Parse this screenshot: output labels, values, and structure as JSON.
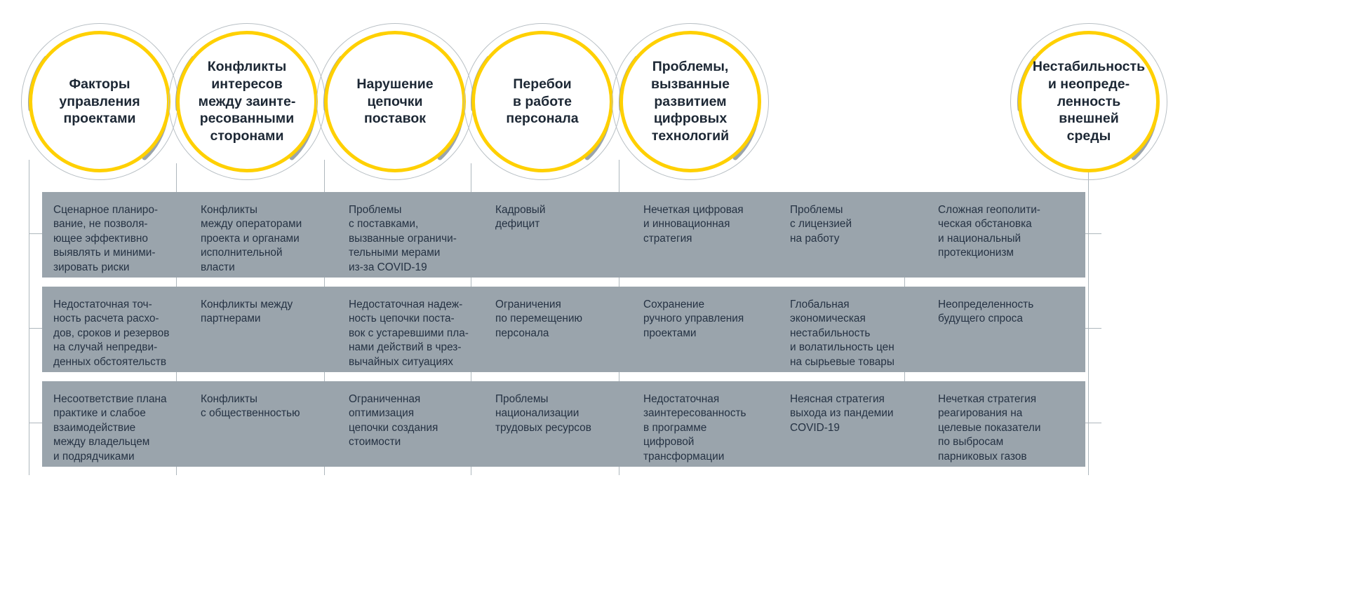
{
  "theme": {
    "accent_yellow": "#ffd000",
    "ring_gray": "#b9c0c5",
    "arc_gray": "#9aa4ac",
    "box_fill": "#9aa4ac",
    "text_dark": "#253243",
    "line_gray": "#aeb7bd",
    "background": "#ffffff"
  },
  "diagram": {
    "title_nodes": [
      {
        "id": "project-management-factors",
        "label": "Факторы\nуправления\nпроектами"
      },
      {
        "id": "stakeholder-conflicts",
        "label": "Конфликты\nинтересов\nмежду заинте-\nресованными\nсторонами"
      },
      {
        "id": "supply-chain-disruption",
        "label": "Нарушение\nцепочки\nпоставок"
      },
      {
        "id": "personnel-work-interruptions",
        "label": "Перебои\nв работе\nперсонала"
      },
      {
        "id": "digital-technology-problems",
        "label": "Проблемы,\nвызванные\nразвитием\nцифровых\nтехнологий"
      },
      {
        "id": "external-environment-instability",
        "label": "Нестабильность\nи неопреде-\nленность\nвнешней\nсреды"
      }
    ],
    "columns": [
      {
        "id": "column-project-management",
        "parent": "project-management-factors",
        "items": [
          "Сценарное планиро-\nвание, не позволя-\nющее эффективно\nвыявлять и миними-\nзировать риски",
          "Недостаточная точ-\nность расчета расхо-\nдов, сроков и резервов\nна случай непредви-\nденных обстоятельств",
          "Несоответствие плана\nпрактике и слабое\nвзаимодействие\nмежду владельцем\nи подрядчиками"
        ]
      },
      {
        "id": "column-stakeholder-conflicts",
        "parent": "stakeholder-conflicts",
        "items": [
          "Конфликты\nмежду операторами\nпроекта и органами\nисполнительной\nвласти",
          "Конфликты между\nпартнерами",
          "Конфликты\nс общественностью"
        ]
      },
      {
        "id": "column-supply-chain",
        "parent": "supply-chain-disruption",
        "items": [
          "Проблемы\nс поставками,\nвызванные ограничи-\nтельными мерами\nиз-за COVID-19",
          "Недостаточная надеж-\nность цепочки поста-\nвок с устаревшими пла-\nнами действий в чрез-\nвычайных ситуациях",
          "Ограниченная\nоптимизация\nцепочки создания\nстоимости"
        ]
      },
      {
        "id": "column-personnel",
        "parent": "personnel-work-interruptions",
        "items": [
          "Кадровый\nдефицит",
          "Ограничения\nпо перемещению\nперсонала",
          "Проблемы\nнационализации\nтрудовых ресурсов"
        ]
      },
      {
        "id": "column-digital",
        "parent": "digital-technology-problems",
        "items": [
          "Нечеткая цифровая\nи инновационная\nстратегия",
          "Сохранение\nручного управления\nпроектами",
          "Недостаточная\nзаинтересованность\nв программе\nцифровой\nтрансформации"
        ]
      },
      {
        "id": "column-external-left",
        "parent": "external-environment-instability",
        "items": [
          "Проблемы\nс лицензией\nна работу",
          "Глобальная\nэкономическая\n нестабильность\nи волатильность цен\nна сырьевые товары",
          "Неясная стратегия\nвыхода из пандемии\nCOVID-19"
        ]
      },
      {
        "id": "column-external-right",
        "parent": "external-environment-instability",
        "items": [
          "Сложная геополити-\nческая обстановка\nи национальный\nпротекционизм",
          "Неопределенность\nбудущего спроса",
          "Нечеткая стратегия\nреагирования на\nцелевые показатели\nпо выбросам\nпарниковых газов"
        ]
      }
    ]
  }
}
